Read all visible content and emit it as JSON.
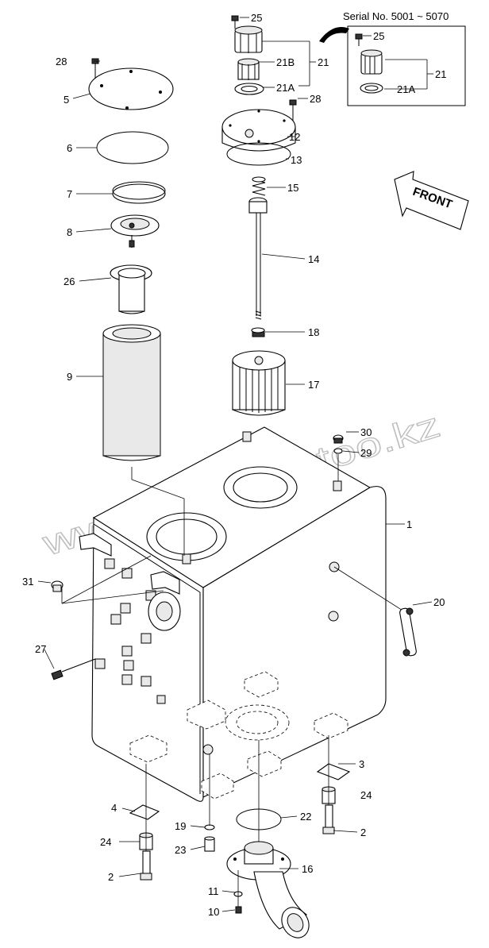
{
  "watermark": "www.sinbron-too.kz",
  "serial_note": "Serial No. 5001 ~ 5070",
  "front_label": "FRONT",
  "labels": {
    "p1": "1",
    "p2a": "2",
    "p2b": "2",
    "p3": "3",
    "p4": "4",
    "p5": "5",
    "p6": "6",
    "p7": "7",
    "p8": "8",
    "p9": "9",
    "p10": "10",
    "p11": "11",
    "p12": "12",
    "p13": "13",
    "p14": "14",
    "p15": "15",
    "p16": "16",
    "p17": "17",
    "p18": "18",
    "p19": "19",
    "p20": "20",
    "p21": "21",
    "p21b": "21B",
    "p21a": "21A",
    "p22": "22",
    "p23": "23",
    "p24a": "24",
    "p24b": "24",
    "p25": "25",
    "p26": "26",
    "p27": "27",
    "p28a": "28",
    "p28b": "28",
    "p29": "29",
    "p30": "30",
    "p31": "31",
    "inset_p25": "25",
    "inset_p21": "21",
    "inset_p21a": "21A"
  }
}
